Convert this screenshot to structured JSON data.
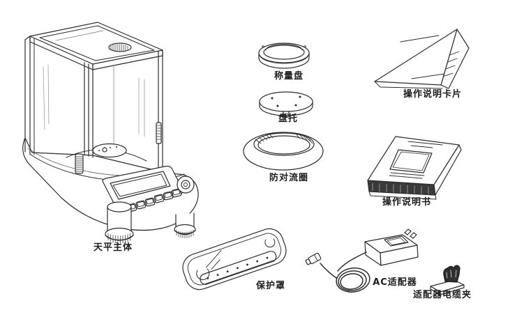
{
  "figure": {
    "type": "parts-diagram",
    "background_color": "#ffffff",
    "line_color": "#2b2b2b",
    "parts": [
      {
        "id": "balance-body",
        "label": "天平主体"
      },
      {
        "id": "weighing-pan",
        "label": "称量盘"
      },
      {
        "id": "pan-support",
        "label": "盘托"
      },
      {
        "id": "anti-convection-ring",
        "label": "防对流圈"
      },
      {
        "id": "instruction-card",
        "label": "操作说明卡片"
      },
      {
        "id": "instruction-manual",
        "label": "操作说明书"
      },
      {
        "id": "protective-cover",
        "label": "保护罩"
      },
      {
        "id": "ac-adapter",
        "label": "AC适配器"
      },
      {
        "id": "adapter-cable-clamp",
        "label": "适配器电缆夹"
      }
    ]
  }
}
